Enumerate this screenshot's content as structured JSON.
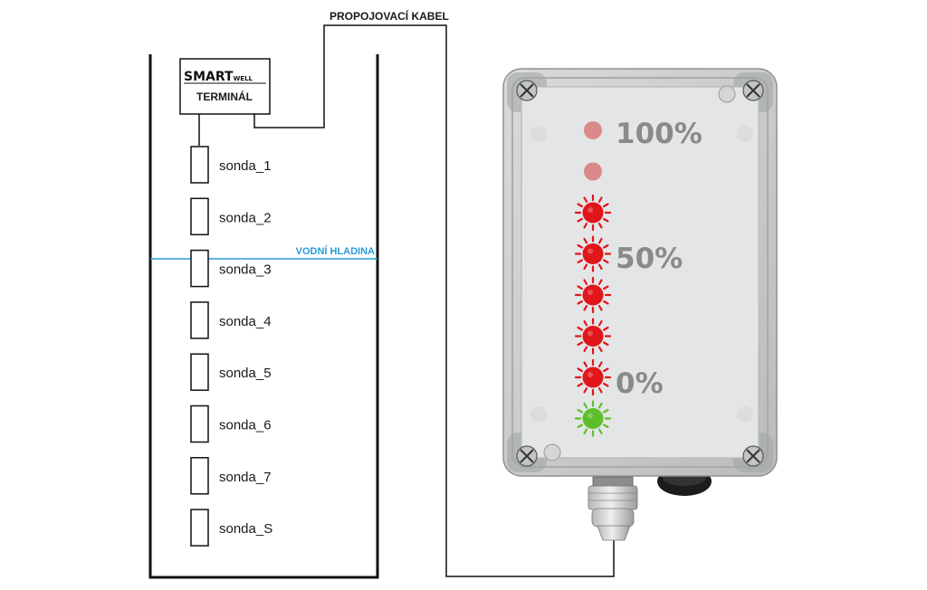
{
  "cable_label": "PROPOJOVACÍ KABEL",
  "terminal": {
    "logo_main": "SMART",
    "logo_sub": "WELL",
    "label": "TERMINÁL"
  },
  "water_level_label": "VODNÍ HLADINA",
  "probes": [
    "sonda_1",
    "sonda_2",
    "sonda_3",
    "sonda_4",
    "sonda_5",
    "sonda_6",
    "sonda_7",
    "sonda_S"
  ],
  "indicator": {
    "labels": {
      "top": "100%",
      "middle": "50%",
      "bottom": "0%"
    },
    "leds": [
      {
        "state": "off",
        "color": "#d98a88"
      },
      {
        "state": "off",
        "color": "#d98a88"
      },
      {
        "state": "on",
        "color": "#e0161b"
      },
      {
        "state": "on",
        "color": "#e0161b"
      },
      {
        "state": "on",
        "color": "#e0161b"
      },
      {
        "state": "on",
        "color": "#e0161b"
      },
      {
        "state": "on",
        "color": "#e0161b"
      },
      {
        "state": "on",
        "color": "#5cbf2a"
      }
    ]
  },
  "colors": {
    "water_line": "#2a9ad8",
    "led_red": "#e0161b",
    "led_green": "#5cbf2a",
    "led_off": "#d98a88",
    "housing": "#cfd1d2",
    "faceplate": "#e4e5e6"
  }
}
